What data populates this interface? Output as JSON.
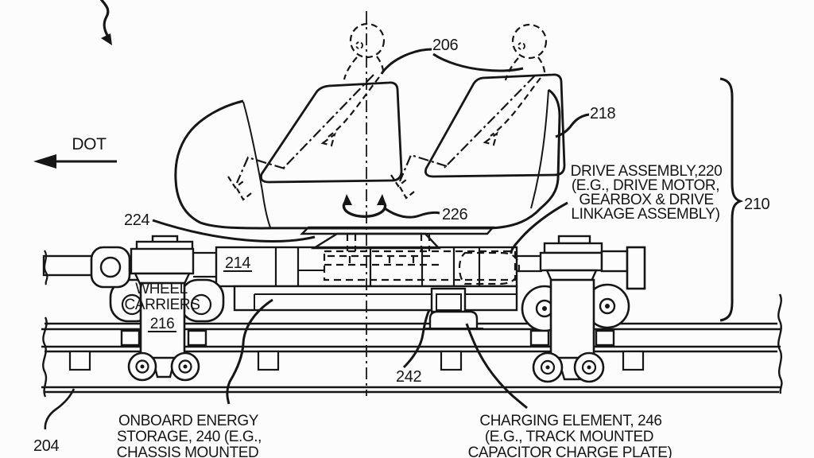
{
  "figure": {
    "direction_label": "DOT",
    "ref_labels": {
      "passengers": "206",
      "vehicle_body": "218",
      "bogie_assembly": "210",
      "seat_platform": "224",
      "seat_rotation": "226",
      "chassis": "214",
      "wheel_carriers_word1": "WHEEL",
      "wheel_carriers_word2": "CARRIERS",
      "wheel_carriers_number": "216",
      "onboard_charging_element": "242",
      "track": "204"
    },
    "callouts": {
      "drive_assembly": {
        "lines": [
          "DRIVE ASSEMBLY,220",
          "(E.G., DRIVE MOTOR,",
          "GEARBOX & DRIVE",
          "LINKAGE ASSEMBLY)"
        ]
      },
      "energy_storage": {
        "lines": [
          "ONBOARD ENERGY",
          "STORAGE, 240 (E.G.,",
          "CHASSIS MOUNTED"
        ]
      },
      "charging_element": {
        "lines": [
          "CHARGING ELEMENT, 246",
          "(E.G., TRACK MOUNTED",
          "CAPACITOR CHARGE PLATE)"
        ]
      }
    },
    "colors": {
      "ink": "#161616",
      "background": "#fcfcfc"
    }
  }
}
